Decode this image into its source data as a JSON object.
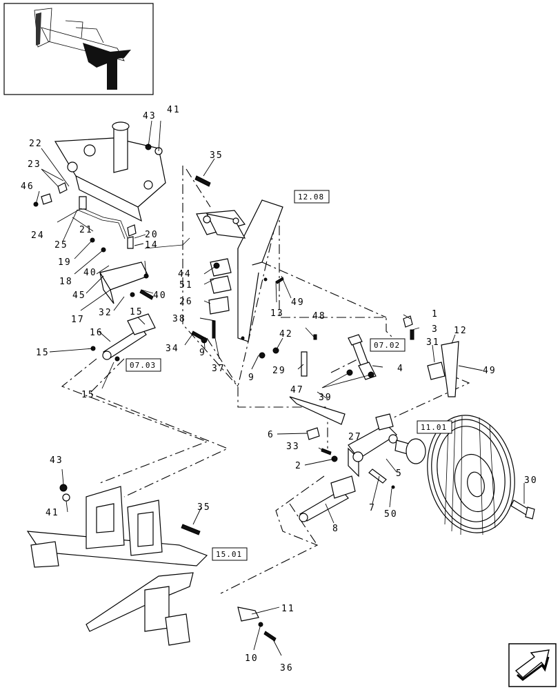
{
  "callouts": {
    "c1": "1",
    "c2": "2",
    "c3": "3",
    "c4": "4",
    "c5": "5",
    "c6": "6",
    "c7": "7",
    "c8": "8",
    "c9a": "9",
    "c9b": "9",
    "c10": "10",
    "c11": "11",
    "c12": "12",
    "c13": "13",
    "c14": "14",
    "c15a": "15",
    "c15b": "15",
    "c15c": "15",
    "c16": "16",
    "c17": "17",
    "c18": "18",
    "c19": "19",
    "c20": "20",
    "c21": "21",
    "c22": "22",
    "c23": "23",
    "c24": "24",
    "c25": "25",
    "c26": "26",
    "c27": "27",
    "c29": "29",
    "c30": "30",
    "c31": "31",
    "c32": "32",
    "c33": "33",
    "c34": "34",
    "c35a": "35",
    "c35b": "35",
    "c36": "36",
    "c37": "37",
    "c38": "38",
    "c39": "39",
    "c40a": "40",
    "c40b": "40",
    "c41a": "41",
    "c41b": "41",
    "c42": "42",
    "c43a": "43",
    "c43b": "43",
    "c44": "44",
    "c45": "45",
    "c46": "46",
    "c47": "47",
    "c48": "48",
    "c49a": "49",
    "c49b": "49",
    "c50": "50",
    "c51": "51"
  },
  "references": {
    "r1208": "12.08",
    "r0702": "07.02",
    "r0703": "07.03",
    "r1101": "11.01",
    "r1501": "15.01"
  },
  "icons": {
    "inset": "location-thumbnail-icon",
    "nav": "next-page-arrow-icon"
  }
}
